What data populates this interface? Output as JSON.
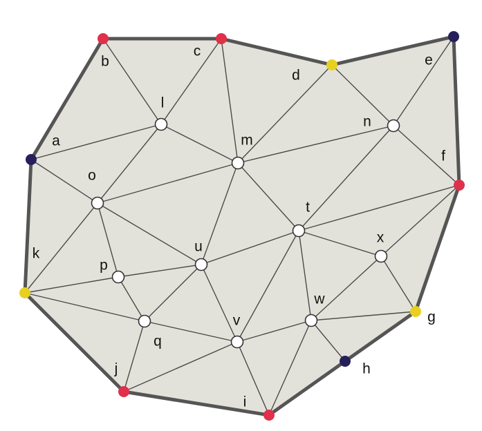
{
  "diagram": {
    "colors": {
      "background": "#ffffff",
      "region_fill": "#e3e2da",
      "boundary_stroke": "#555555",
      "edge_stroke": "#4a4a4a",
      "interior_node_fill": "#ffffff",
      "interior_node_stroke": "#333333",
      "red": "#e0304a",
      "yellow": "#e8d020",
      "navy": "#25205a"
    },
    "vertices": [
      {
        "id": "a",
        "label": "a",
        "kind": "boundary",
        "color": "navy"
      },
      {
        "id": "b",
        "label": "b",
        "kind": "boundary",
        "color": "red"
      },
      {
        "id": "c",
        "label": "c",
        "kind": "boundary",
        "color": "red"
      },
      {
        "id": "d",
        "label": "d",
        "kind": "boundary",
        "color": "yellow"
      },
      {
        "id": "e",
        "label": "e",
        "kind": "boundary",
        "color": "navy"
      },
      {
        "id": "f",
        "label": "f",
        "kind": "boundary",
        "color": "red"
      },
      {
        "id": "g",
        "label": "g",
        "kind": "boundary",
        "color": "yellow"
      },
      {
        "id": "h",
        "label": "h",
        "kind": "boundary",
        "color": "navy"
      },
      {
        "id": "i",
        "label": "i",
        "kind": "boundary",
        "color": "red"
      },
      {
        "id": "j",
        "label": "j",
        "kind": "boundary",
        "color": "red"
      },
      {
        "id": "k",
        "label": "k",
        "kind": "boundary",
        "color": "yellow"
      },
      {
        "id": "l",
        "label": "l",
        "kind": "interior"
      },
      {
        "id": "m",
        "label": "m",
        "kind": "interior"
      },
      {
        "id": "n",
        "label": "n",
        "kind": "interior"
      },
      {
        "id": "o",
        "label": "o",
        "kind": "interior"
      },
      {
        "id": "p",
        "label": "p",
        "kind": "interior"
      },
      {
        "id": "q",
        "label": "q",
        "kind": "interior"
      },
      {
        "id": "t",
        "label": "t",
        "kind": "interior"
      },
      {
        "id": "u",
        "label": "u",
        "kind": "interior"
      },
      {
        "id": "v",
        "label": "v",
        "kind": "interior"
      },
      {
        "id": "w",
        "label": "w",
        "kind": "interior"
      },
      {
        "id": "x",
        "label": "x",
        "kind": "interior"
      }
    ],
    "boundary_cycle": [
      "b",
      "c",
      "d",
      "e",
      "f",
      "g",
      "h",
      "i",
      "j",
      "k",
      "a"
    ],
    "edges": [
      [
        "b",
        "c"
      ],
      [
        "c",
        "d"
      ],
      [
        "d",
        "e"
      ],
      [
        "e",
        "f"
      ],
      [
        "f",
        "g"
      ],
      [
        "g",
        "h"
      ],
      [
        "h",
        "i"
      ],
      [
        "i",
        "j"
      ],
      [
        "j",
        "k"
      ],
      [
        "k",
        "a"
      ],
      [
        "a",
        "b"
      ],
      [
        "b",
        "l"
      ],
      [
        "c",
        "l"
      ],
      [
        "c",
        "m"
      ],
      [
        "a",
        "l"
      ],
      [
        "a",
        "o"
      ],
      [
        "l",
        "o"
      ],
      [
        "l",
        "m"
      ],
      [
        "d",
        "m"
      ],
      [
        "d",
        "n"
      ],
      [
        "e",
        "n"
      ],
      [
        "n",
        "f"
      ],
      [
        "n",
        "m"
      ],
      [
        "n",
        "t"
      ],
      [
        "m",
        "o"
      ],
      [
        "m",
        "u"
      ],
      [
        "m",
        "t"
      ],
      [
        "o",
        "k"
      ],
      [
        "o",
        "p"
      ],
      [
        "o",
        "u"
      ],
      [
        "k",
        "p"
      ],
      [
        "k",
        "q"
      ],
      [
        "k",
        "j"
      ],
      [
        "p",
        "u"
      ],
      [
        "p",
        "q"
      ],
      [
        "q",
        "u"
      ],
      [
        "q",
        "j"
      ],
      [
        "q",
        "v"
      ],
      [
        "u",
        "t"
      ],
      [
        "u",
        "v"
      ],
      [
        "t",
        "f"
      ],
      [
        "t",
        "x"
      ],
      [
        "t",
        "w"
      ],
      [
        "t",
        "v"
      ],
      [
        "x",
        "f"
      ],
      [
        "x",
        "g"
      ],
      [
        "x",
        "w"
      ],
      [
        "w",
        "g"
      ],
      [
        "w",
        "h"
      ],
      [
        "w",
        "i"
      ],
      [
        "w",
        "v"
      ],
      [
        "v",
        "j"
      ],
      [
        "v",
        "i"
      ]
    ]
  }
}
